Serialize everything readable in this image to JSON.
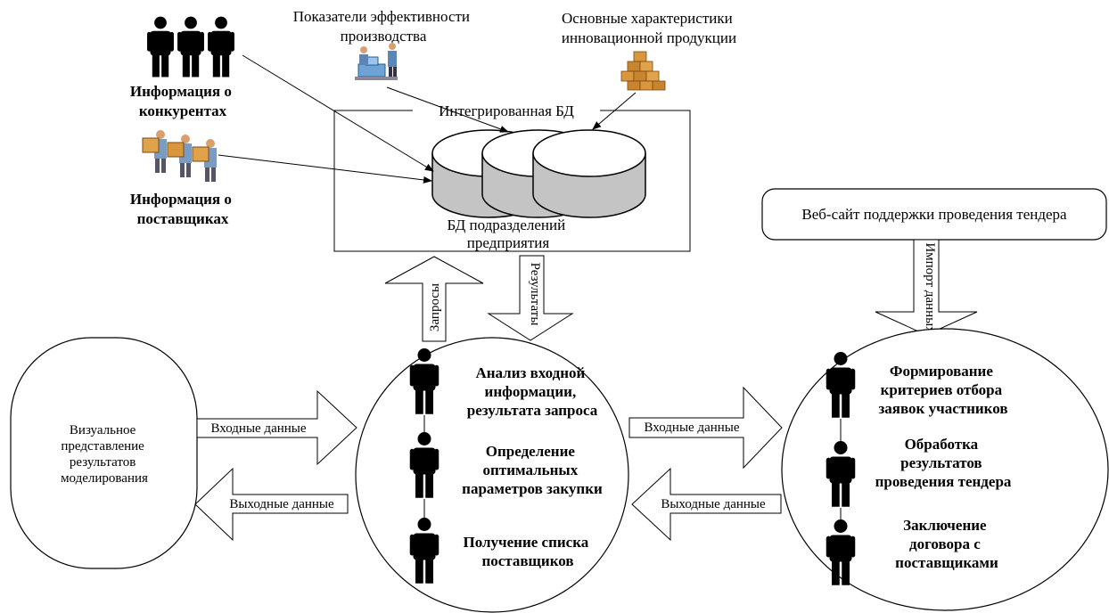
{
  "top_labels": {
    "performance": [
      "Показатели эффективности",
      "производства"
    ],
    "product": [
      "Основные характеристики",
      "инновационной продукции"
    ]
  },
  "sources": {
    "competitors": [
      "Информация о",
      "конкурентах"
    ],
    "suppliers": [
      "Информация о",
      "поставщиках"
    ]
  },
  "database": {
    "frame_title": "Интегрированная БД",
    "caption": [
      "БД подразделений",
      "предприятия"
    ]
  },
  "vertical_arrows": {
    "queries": "Запросы",
    "results": "Результаты",
    "import": "Импорт данных"
  },
  "website": {
    "label": "Веб-сайт поддержки проведения тендера"
  },
  "left_ellipse": {
    "lines": [
      "Визуальное",
      "представление",
      "результатов",
      "моделирования"
    ]
  },
  "horizontal_arrows": {
    "left_input": "Входные данные",
    "left_output": "Выходные данные",
    "right_input": "Входные данные",
    "right_output": "Выходные данные"
  },
  "center_steps": [
    {
      "lines": [
        "Анализ входной",
        "информации,",
        "результата запроса"
      ]
    },
    {
      "lines": [
        "Определение",
        "оптимальных",
        "параметров закупки"
      ]
    },
    {
      "lines": [
        "Получение списка",
        "поставщиков"
      ]
    }
  ],
  "right_steps": [
    {
      "lines": [
        "Формирование",
        "критериев отбора",
        "заявок участников"
      ]
    },
    {
      "lines": [
        "Обработка",
        "результатов",
        "проведения тендера"
      ]
    },
    {
      "lines": [
        "Заключение",
        "договора с",
        "поставщиками"
      ]
    }
  ]
}
